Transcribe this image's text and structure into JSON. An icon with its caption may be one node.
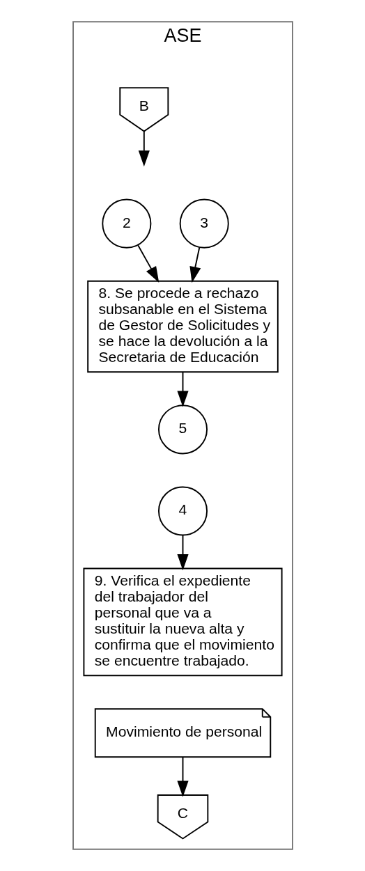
{
  "diagram": {
    "nodes": [
      {
        "text": [
          "ASE"
        ]
      },
      {
        "text": [
          "B"
        ],
        "in": 0
      },
      {
        "text": [
          "2"
        ],
        "in": 0
      },
      {
        "text": [
          "3"
        ],
        "in": 0
      },
      {
        "text": [
          "8. Se procede a rechazo subsanable en el Sistema de Gestor de Solicitudes y se hace la devolución a la Secretaria de Educación"
        ],
        "in": 0
      },
      {
        "text": [
          "5"
        ],
        "in": 0
      },
      {
        "text": [
          "4"
        ],
        "in": 0
      },
      {
        "text": [
          "9. Verifica el expediente del trabajador del personal que va a sustituir la nueva alta y confirma que el movimiento se encuentre trabajado."
        ],
        "in": 0
      },
      {
        "text": [
          "Movimiento de personal"
        ],
        "in": 0
      },
      {
        "text": [
          "C"
        ],
        "in": 0
      }
    ],
    "edges": [
      {
        "from": 1,
        "to": null,
        "arrow": "to"
      },
      {
        "from": 2,
        "to": 4,
        "arrow": "to"
      },
      {
        "from": 3,
        "to": 4,
        "arrow": "to"
      },
      {
        "from": 4,
        "to": 5,
        "arrow": "to"
      },
      {
        "from": 6,
        "to": 7,
        "arrow": "to"
      },
      {
        "from": 8,
        "to": 9,
        "arrow": "to"
      }
    ]
  }
}
